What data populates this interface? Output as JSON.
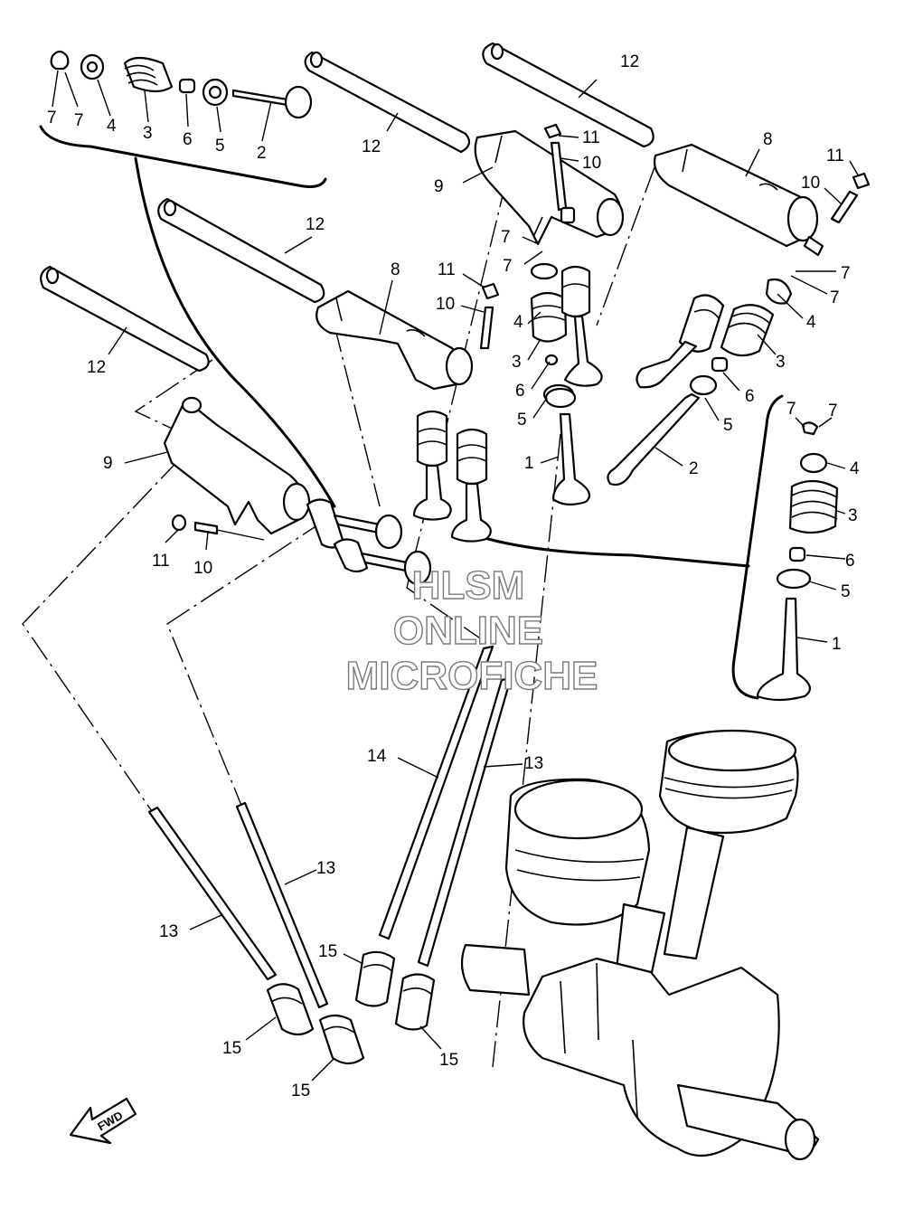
{
  "watermark": {
    "line1": "HLSM",
    "line2": "ONLINE",
    "line3": "MICROFICHE"
  },
  "fwd_label": "FWD",
  "callouts": [
    {
      "id": "c7a",
      "text": "7"
    },
    {
      "id": "c7b",
      "text": "7"
    },
    {
      "id": "c4a",
      "text": "4"
    },
    {
      "id": "c3a",
      "text": "3"
    },
    {
      "id": "c6a",
      "text": "6"
    },
    {
      "id": "c5a",
      "text": "5"
    },
    {
      "id": "c2a",
      "text": "2"
    },
    {
      "id": "c12a",
      "text": "12"
    },
    {
      "id": "c12b",
      "text": "12"
    },
    {
      "id": "c12c",
      "text": "12"
    },
    {
      "id": "c12d",
      "text": "12"
    },
    {
      "id": "c11a",
      "text": "11"
    },
    {
      "id": "c10a",
      "text": "10"
    },
    {
      "id": "c9a",
      "text": "9"
    },
    {
      "id": "c8a",
      "text": "8"
    },
    {
      "id": "c11b",
      "text": "11"
    },
    {
      "id": "c10b",
      "text": "10"
    },
    {
      "id": "c8b",
      "text": "8"
    },
    {
      "id": "c7c",
      "text": "7"
    },
    {
      "id": "c7d",
      "text": "7"
    },
    {
      "id": "c11c",
      "text": "11"
    },
    {
      "id": "c10c",
      "text": "10"
    },
    {
      "id": "c4b",
      "text": "4"
    },
    {
      "id": "c3b",
      "text": "3"
    },
    {
      "id": "c6b",
      "text": "6"
    },
    {
      "id": "c5b",
      "text": "5"
    },
    {
      "id": "c7e",
      "text": "7"
    },
    {
      "id": "c7f",
      "text": "7"
    },
    {
      "id": "c4c",
      "text": "4"
    },
    {
      "id": "c3c",
      "text": "3"
    },
    {
      "id": "c6c",
      "text": "6"
    },
    {
      "id": "c5c",
      "text": "5"
    },
    {
      "id": "c6d",
      "text": "6"
    },
    {
      "id": "c5d",
      "text": "5"
    },
    {
      "id": "c1a",
      "text": "1"
    },
    {
      "id": "c2b",
      "text": "2"
    },
    {
      "id": "c3d",
      "text": "3"
    },
    {
      "id": "c4d",
      "text": "4"
    },
    {
      "id": "c7g",
      "text": "7"
    },
    {
      "id": "c7h",
      "text": "7"
    },
    {
      "id": "c1b",
      "text": "1"
    },
    {
      "id": "c9b",
      "text": "9"
    },
    {
      "id": "c11d",
      "text": "11"
    },
    {
      "id": "c10d",
      "text": "10"
    },
    {
      "id": "c14a",
      "text": "14"
    },
    {
      "id": "c13a",
      "text": "13"
    },
    {
      "id": "c13b",
      "text": "13"
    },
    {
      "id": "c13c",
      "text": "13"
    },
    {
      "id": "c15a",
      "text": "15"
    },
    {
      "id": "c15b",
      "text": "15"
    },
    {
      "id": "c15c",
      "text": "15"
    },
    {
      "id": "c15d",
      "text": "15"
    }
  ]
}
